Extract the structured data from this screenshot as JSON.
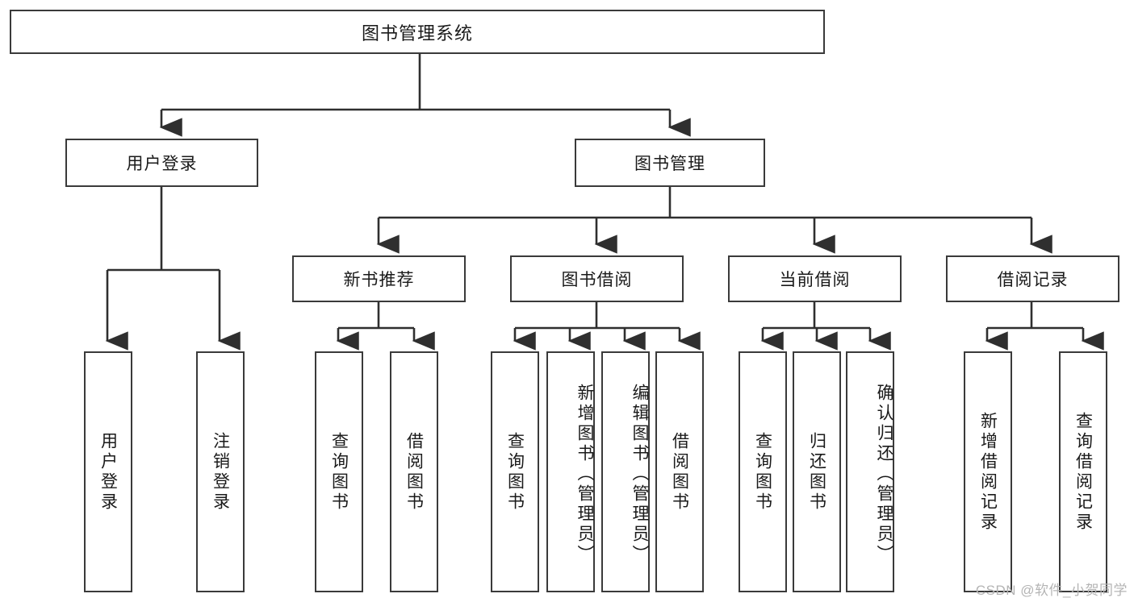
{
  "diagram": {
    "type": "tree",
    "title": "图书管理系统",
    "orientation": "top-down",
    "style": {
      "box_fill": "#ffffff",
      "box_stroke": "#3a3a3a",
      "edge_color": "#2f2f2f",
      "text_color": "#1a1a1a",
      "background": "#ffffff",
      "watermark_color": "#b4b4b4"
    }
  },
  "nodes": {
    "root": {
      "label": "图书管理系统",
      "level": 1
    },
    "level2": [
      {
        "id": "user-login",
        "label": "用户登录"
      },
      {
        "id": "book-manage",
        "label": "图书管理"
      }
    ],
    "level3": [
      {
        "id": "new-book-recommend",
        "label": "新书推荐",
        "parent": "book-manage"
      },
      {
        "id": "book-borrow",
        "label": "图书借阅",
        "parent": "book-manage"
      },
      {
        "id": "current-borrow",
        "label": "当前借阅",
        "parent": "book-manage"
      },
      {
        "id": "borrow-record",
        "label": "借阅记录",
        "parent": "book-manage"
      }
    ],
    "leaves": [
      {
        "id": "leaf-user-login",
        "label": "用户登录",
        "parent": "user-login"
      },
      {
        "id": "leaf-logout",
        "label": "注销登录",
        "parent": "user-login"
      },
      {
        "id": "leaf-query-book-1",
        "label": "查询图书",
        "parent": "new-book-recommend"
      },
      {
        "id": "leaf-borrow-book-1",
        "label": "借阅图书",
        "parent": "new-book-recommend"
      },
      {
        "id": "leaf-query-book-2",
        "label": "查询图书",
        "parent": "book-borrow"
      },
      {
        "id": "leaf-add-book",
        "label": "新增图书（管理员）",
        "parent": "book-borrow"
      },
      {
        "id": "leaf-edit-book",
        "label": "编辑图书（管理员）",
        "parent": "book-borrow"
      },
      {
        "id": "leaf-borrow-book-2",
        "label": "借阅图书",
        "parent": "book-borrow"
      },
      {
        "id": "leaf-query-book-3",
        "label": "查询图书",
        "parent": "current-borrow"
      },
      {
        "id": "leaf-return-book",
        "label": "归还图书",
        "parent": "current-borrow"
      },
      {
        "id": "leaf-confirm-return",
        "label": "确认归还（管理员）",
        "parent": "current-borrow"
      },
      {
        "id": "leaf-add-record",
        "label": "新增借阅记录",
        "parent": "borrow-record"
      },
      {
        "id": "leaf-query-record",
        "label": "查询借阅记录",
        "parent": "borrow-record"
      }
    ]
  },
  "watermark": {
    "text": "CSDN @软件_小贺同学"
  }
}
